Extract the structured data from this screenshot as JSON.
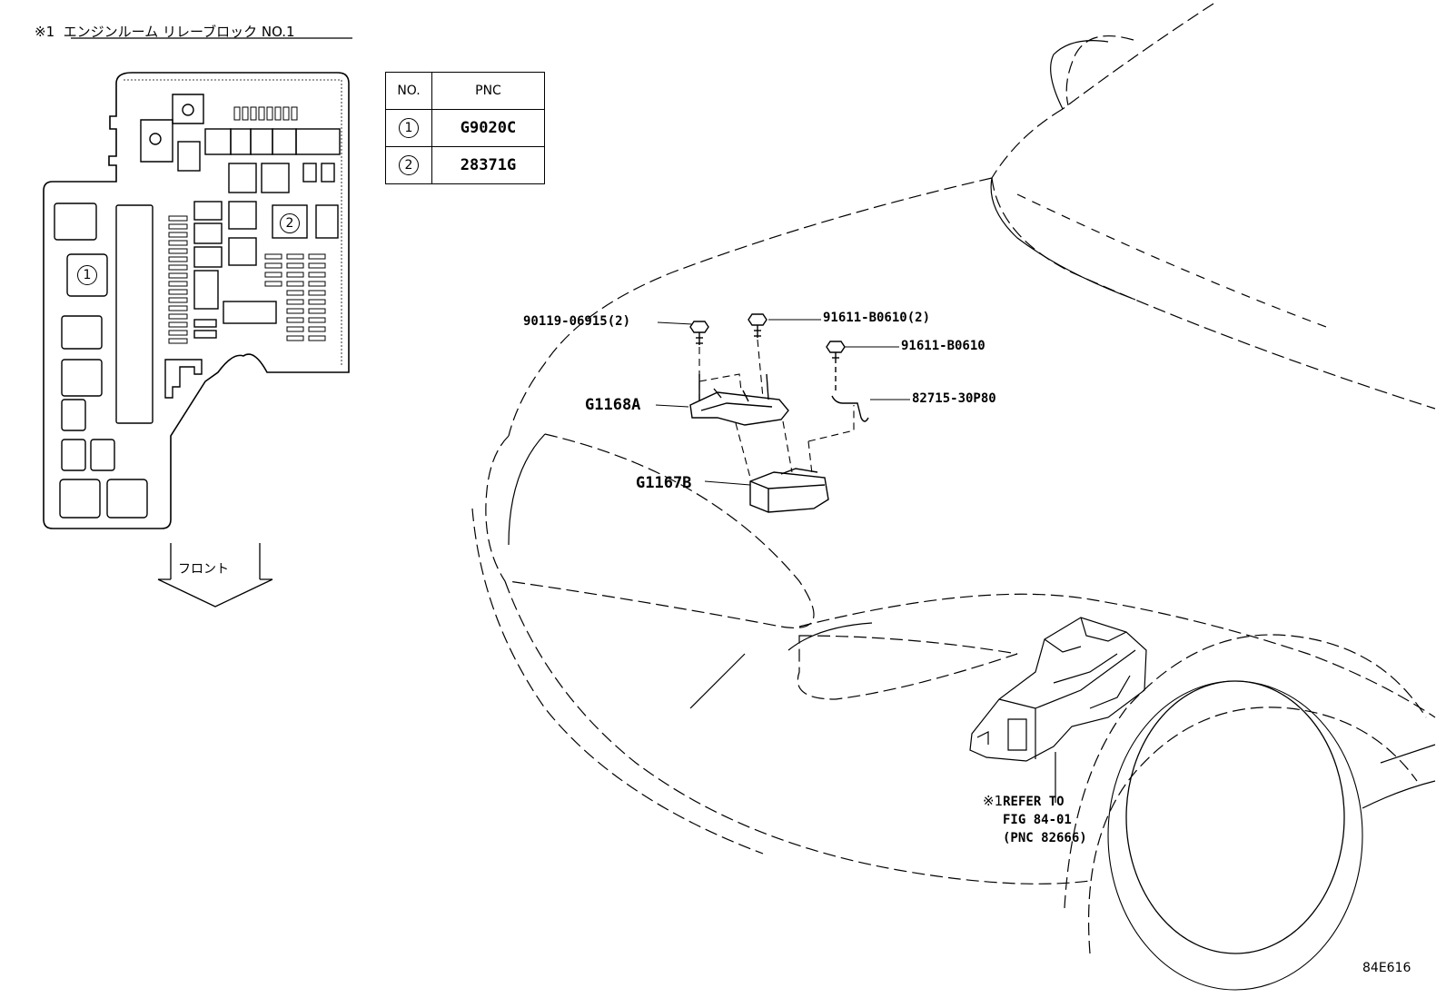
{
  "title": {
    "mark": "※1",
    "text": "エンジンルーム リレーブロック NO.1"
  },
  "front_label": "フロント",
  "table": {
    "headers": [
      "NO.",
      "PNC"
    ],
    "rows": [
      {
        "no": "1",
        "pnc": "G9020C"
      },
      {
        "no": "2",
        "pnc": "28371G"
      }
    ]
  },
  "relay_markers": [
    "1",
    "2"
  ],
  "callouts": {
    "p1": "90119-06915(2)",
    "p2": "91611-B0610(2)",
    "p3": "91611-B0610",
    "p4": "82715-30P80",
    "p5": "G1168A",
    "p6": "G1167B"
  },
  "refer": {
    "mark": "※1",
    "line1": "REFER TO",
    "line2": "FIG 84-01",
    "line3": "(PNC 82666)"
  },
  "figure_code": "84E616"
}
